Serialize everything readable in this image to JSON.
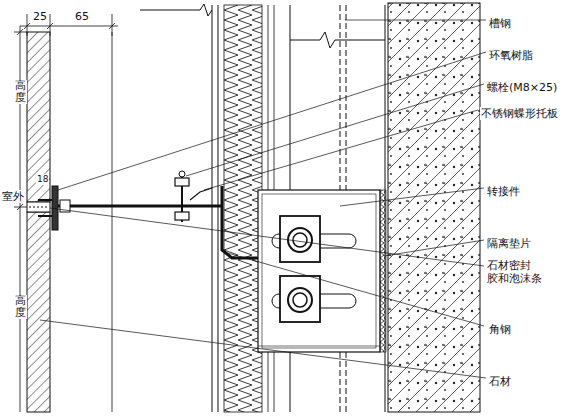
{
  "diagram": {
    "labels": [
      "25",
      "65",
      "高度",
      "室外",
      "高度",
      "18",
      "槽钢",
      "环氧树脂",
      "螺栓(M8×25)",
      "不锈钢蝶形托板",
      "转接件",
      "隔离垫片",
      "石材密封 胶和泡沫条",
      "角钢",
      "石材"
    ]
  }
}
